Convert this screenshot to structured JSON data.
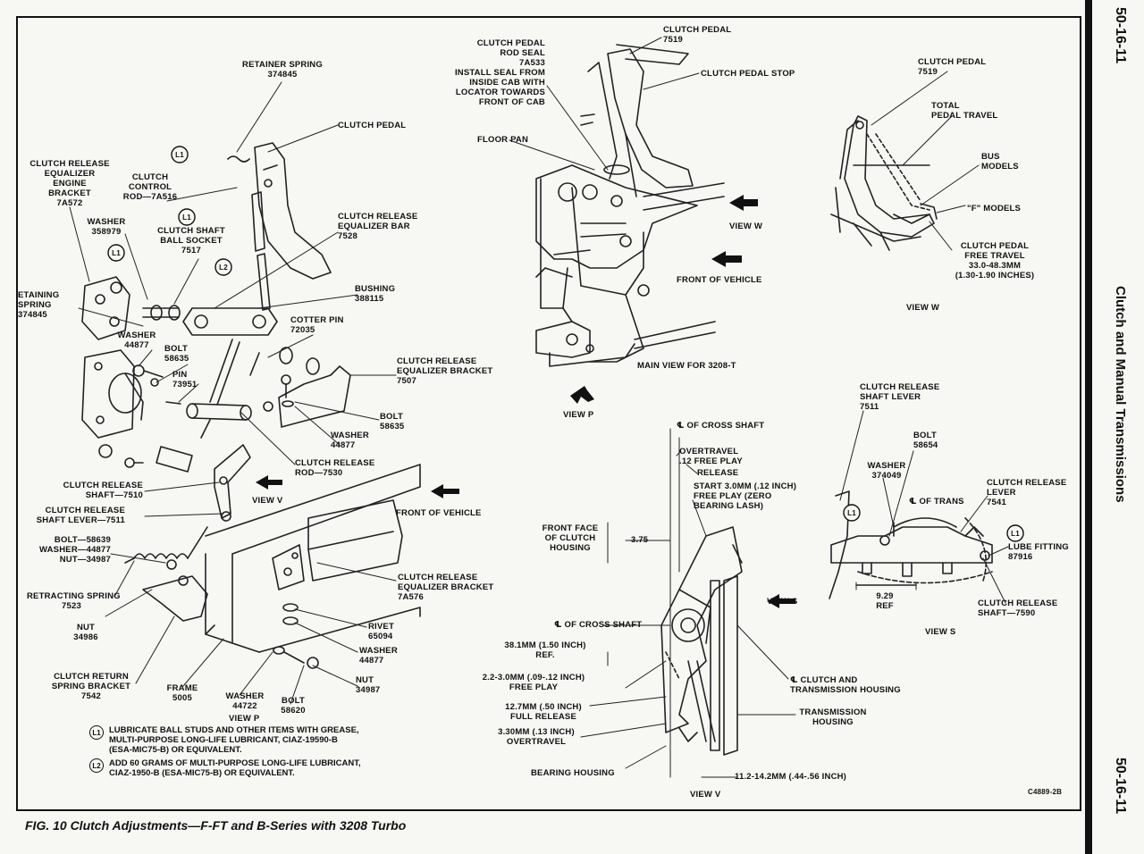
{
  "side_strip": {
    "page_top": "50-16-11",
    "section": "Clutch and Manual Transmissions",
    "page_bottom": "50-16-11"
  },
  "caption": "FIG. 10 Clutch Adjustments—F-FT and B-Series with 3208 Turbo",
  "figure_code": "C4889-2B",
  "notes": [
    {
      "mark": "L1",
      "text": "LUBRICATE BALL STUDS AND OTHER ITEMS WITH GREASE,\nMULTI-PURPOSE LONG-LIFE LUBRICANT, CIAZ-19590-B\n(ESA-MIC75-B) OR EQUIVALENT."
    },
    {
      "mark": "L2",
      "text": "ADD 60 GRAMS OF MULTI-PURPOSE LONG-LIFE LUBRICANT,\nCIAZ-1950-B (ESA-MIC75-B) OR EQUIVALENT."
    }
  ],
  "view_p": {
    "title": "VIEW P",
    "retainer_spring": "RETAINER SPRING\n374845",
    "clutch_pedal": "CLUTCH PEDAL",
    "equalizer_engine_bracket": "CLUTCH RELEASE\nEQUALIZER\nENGINE\nBRACKET\n7A572",
    "control_rod": "CLUTCH\nCONTROL\nROD—7A516",
    "shaft_ball_socket": "CLUTCH SHAFT\nBALL SOCKET\n7517",
    "washer_358979": "WASHER\n358979",
    "equalizer_bar": "CLUTCH RELEASE\nEQUALIZER BAR\n7528",
    "retaining_spring": "ETAINING\nSPRING\n374845",
    "bushing": "BUSHING\n388115",
    "cotter_pin": "COTTER PIN\n72035",
    "washer_44877_a": "WASHER\n44877",
    "bolt_58635_a": "BOLT\n58635",
    "pin": "PIN\n73951",
    "equalizer_bracket_7507": "CLUTCH RELEASE\nEQUALIZER BRACKET\n7507",
    "bolt_58635_b": "BOLT\n58635",
    "washer_44877_b": "WASHER\n44877",
    "release_rod": "CLUTCH RELEASE\nROD—7530",
    "release_shaft": "CLUTCH RELEASE\nSHAFT—7510",
    "release_shaft_lever": "CLUTCH RELEASE\nSHAFT LEVER—7511",
    "view_v_ref": "VIEW V",
    "front_of_vehicle": "FRONT OF VEHICLE",
    "bolt_washer_nut": "BOLT—58639\nWASHER—44877\nNUT—34987",
    "equalizer_bracket_7a576": "CLUTCH RELEASE\nEQUALIZER BRACKET\n7A576",
    "retracting_spring": "RETRACTING SPRING\n7523",
    "nut_34986": "NUT\n34986",
    "rivet": "RIVET\n65094",
    "washer_44877_c": "WASHER\n44877",
    "return_spring_bracket": "CLUTCH RETURN\nSPRING BRACKET\n7542",
    "frame": "FRAME\n5005",
    "washer_44722": "WASHER\n44722",
    "bolt_58620": "BOLT\n58620",
    "nut_34987": "NUT\n34987"
  },
  "main_view": {
    "title": "MAIN VIEW FOR 3208-T",
    "rod_seal": "CLUTCH PEDAL\nROD SEAL\n7A533\nINSTALL SEAL FROM\nINSIDE CAB WITH\nLOCATOR TOWARDS\nFRONT OF CAB",
    "clutch_pedal_7519": "CLUTCH PEDAL\n7519",
    "pedal_stop": "CLUTCH PEDAL STOP",
    "floor_pan": "FLOOR PAN",
    "view_w_ref": "VIEW W",
    "front_of_vehicle": "FRONT OF VEHICLE",
    "view_p_ref": "VIEW P"
  },
  "view_w": {
    "title": "VIEW W",
    "clutch_pedal_7519": "CLUTCH PEDAL\n7519",
    "total_travel": "TOTAL\nPEDAL TRAVEL",
    "bus_models": "BUS\nMODELS",
    "f_models": "\"F\" MODELS",
    "free_travel": "CLUTCH PEDAL\nFREE TRAVEL\n33.0-48.3mm\n(1.30-1.90 INCHES)"
  },
  "view_s": {
    "title": "VIEW S",
    "shaft_lever": "CLUTCH RELEASE\nSHAFT LEVER\n7511",
    "bolt_58654": "BOLT\n58654",
    "washer_374049": "WASHER\n374049",
    "cl_trans": "℄ OF TRANS",
    "release_lever": "CLUTCH RELEASE\nLEVER\n7541",
    "lube_fitting": "LUBE FITTING\n87916",
    "release_shaft": "CLUTCH RELEASE\nSHAFT—7590",
    "ref_dim": "9.29\nREF",
    "l1_mark": "L1"
  },
  "view_v": {
    "title": "VIEW V",
    "cl_cross_shaft_top": "℄ OF CROSS SHAFT",
    "overtravel_top": "OVERTRAVEL\n.12 FREE PLAY",
    "release": "RELEASE",
    "start_note": "START 3.0mm (.12 INCH)\nFREE PLAY (ZERO\nBEARING LASH)",
    "front_face": "FRONT FACE\nOF CLUTCH\nHOUSING",
    "dim_375": "3.75",
    "view_s_ref": "VIEW S",
    "cl_cross_shaft": "℄ OF CROSS SHAFT",
    "ref_38": "38.1mm (1.50 INCH)\nREF.",
    "free_play": "2.2-3.0mm (.09-.12 INCH)\nFREE PLAY",
    "full_release": "12.7mm (.50 INCH)\nFULL RELEASE",
    "overtravel": "3.30mm (.13 INCH)\nOVERTRAVEL",
    "cl_clutch_housing": "℄ CLUTCH AND\nTRANSMISSION HOUSING",
    "trans_housing": "TRANSMISSION\nHOUSING",
    "bearing_housing": "BEARING HOUSING",
    "bottom_dim": "11.2-14.2mm (.44-.56 INCH)"
  }
}
